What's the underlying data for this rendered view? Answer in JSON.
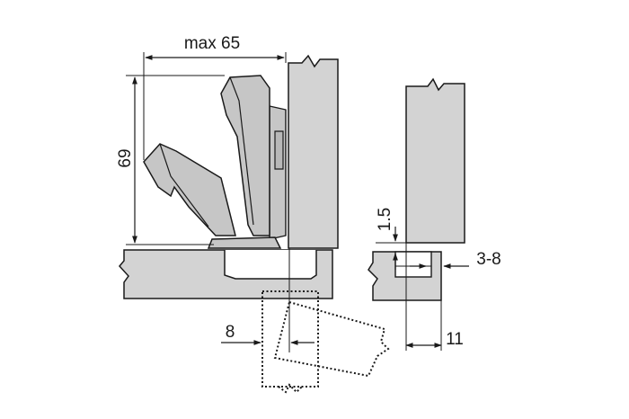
{
  "dimensions": {
    "width_max": "max 65",
    "height": "69",
    "gap": "1.5",
    "overlay_range": "3-8",
    "offset": "8",
    "edge_distance": "11"
  },
  "colors": {
    "part_fill": "#d3d3d3",
    "hinge_fill": "#c6c6c6",
    "line": "#1a1a1a",
    "background": "#ffffff"
  }
}
